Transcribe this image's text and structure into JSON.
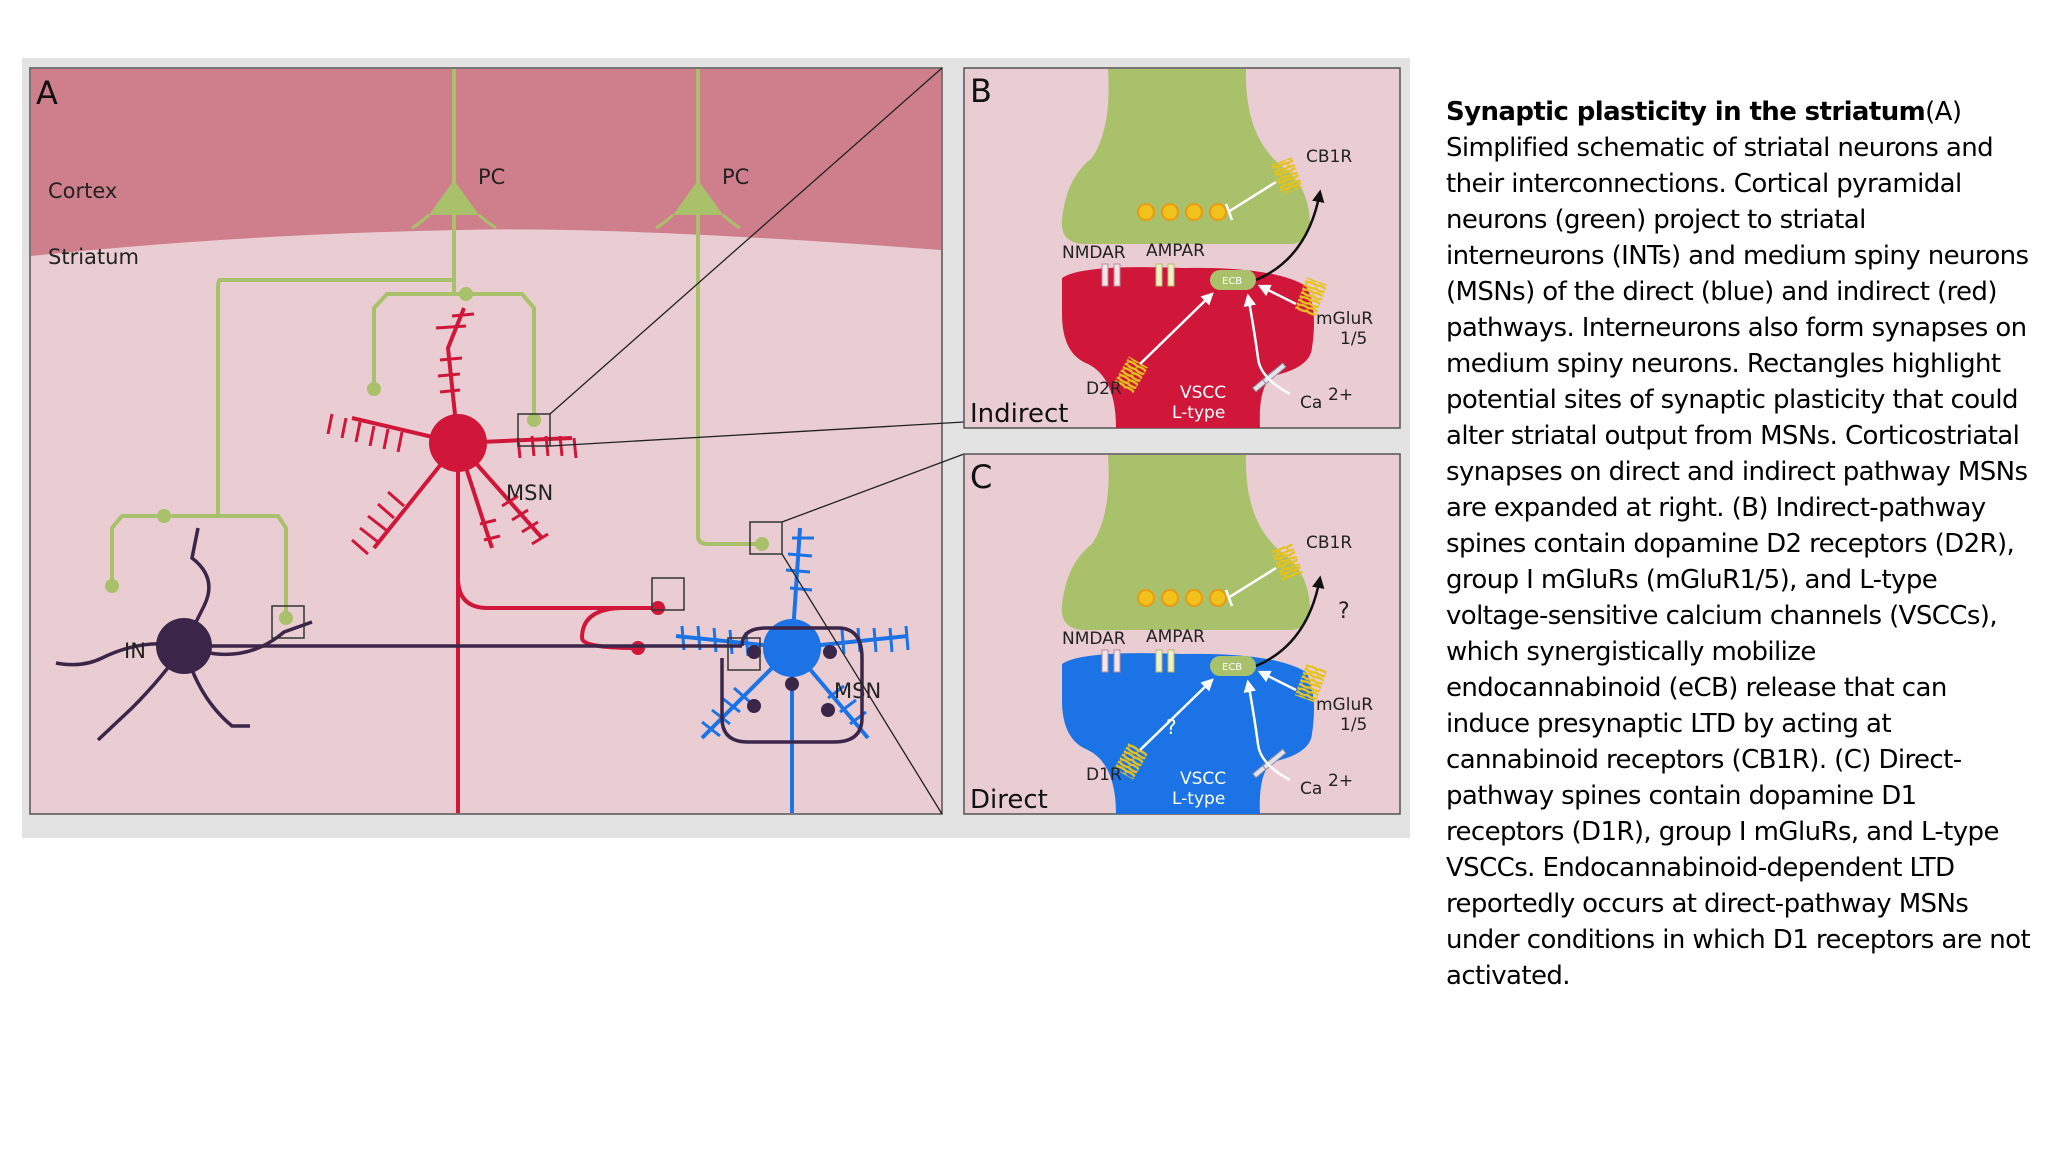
{
  "figure": {
    "panel_a": {
      "letter": "A",
      "region_cortex": "Cortex",
      "region_striatum": "Striatum",
      "pc_left": "PC",
      "pc_right": "PC",
      "msn_red": "MSN",
      "msn_blue": "MSN",
      "interneuron": "IN"
    },
    "panel_b": {
      "letter": "B",
      "pathway": "Indirect",
      "cb1r": "CB1R",
      "nmdar": "NMDAR",
      "ampar": "AMPAR",
      "ecb": "ECB",
      "mglur": "mGluR",
      "mglur_sub": "1/5",
      "receptor": "D2R",
      "vscc": "VSCC",
      "vscc_sub": "L-type",
      "ca": "Ca",
      "ca_sup": "2+"
    },
    "panel_c": {
      "letter": "C",
      "pathway": "Direct",
      "cb1r": "CB1R",
      "nmdar": "NMDAR",
      "ampar": "AMPAR",
      "ecb": "ECB",
      "mglur": "mGluR",
      "mglur_sub": "1/5",
      "receptor": "D1R",
      "vscc": "VSCC",
      "vscc_sub": "L-type",
      "ca": "Ca",
      "ca_sup": "2+",
      "question_top": "?",
      "question_inner": "?"
    },
    "colors": {
      "cortex": "#cf7f8c",
      "striatum": "#e9cdd3",
      "pyramidal": "#a8c16a",
      "msn_indirect": "#d0173a",
      "msn_direct": "#1b73e6",
      "interneuron": "#3b2649"
    }
  },
  "caption": {
    "title": "Synaptic plasticity in the striatum",
    "body": "(A) Simplified schematic of striatal neurons and their interconnections. Cortical pyramidal neurons (green) project to striatal interneurons (INTs) and medium spiny neurons (MSNs) of the direct (blue) and indirect (red) pathways. Interneurons also form synapses on medium spiny neurons. Rectangles highlight potential sites of synaptic plasticity that could alter striatal output from MSNs. Corticostriatal synapses on direct and indirect pathway MSNs are expanded at right. (B) Indirect-pathway spines contain dopamine D2 receptors (D2R), group I mGluRs (mGluR1/5), and L-type voltage-sensitive calcium channels (VSCCs), which synergistically mobilize endocannabinoid (eCB) release that can induce presynaptic LTD by acting at cannabinoid receptors (CB1R). (C) Direct-pathway spines contain dopamine D1 receptors (D1R), group I mGluRs, and L-type VSCCs. Endocannabinoid-dependent LTD reportedly occurs at direct-pathway MSNs under conditions in which D1 receptors are not activated."
  }
}
